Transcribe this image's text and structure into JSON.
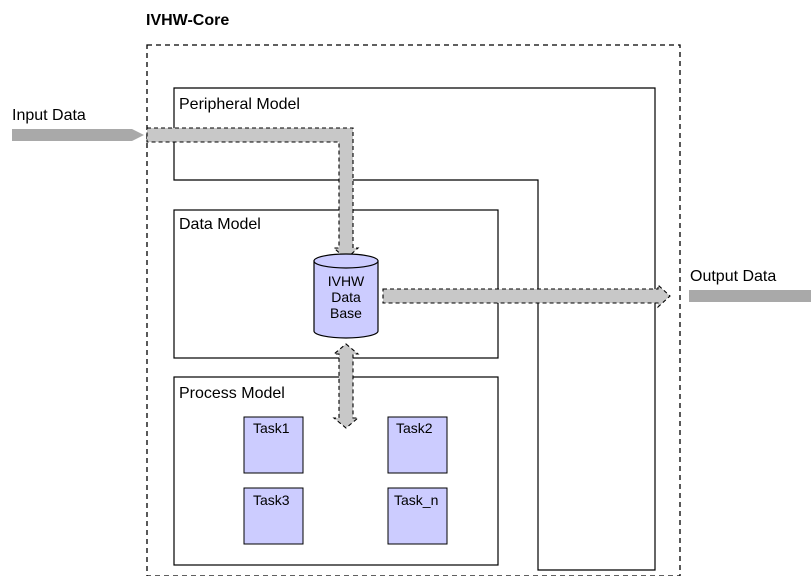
{
  "diagram": {
    "core_label": "IVHW-Core",
    "io": {
      "input_label": "Input Data",
      "output_label": "Output Data"
    },
    "models": {
      "peripheral": "Peripheral Model",
      "data": "Data Model",
      "process": "Process Model"
    },
    "database": {
      "line1": "IVHW",
      "line2": "Data",
      "line3": "Base"
    },
    "tasks": [
      "Task1",
      "Task2",
      "Task3",
      "Task_n"
    ],
    "colors": {
      "task_fill": "#ccccff",
      "database_fill": "#ccccff",
      "flow_fill": "#c8c8c8",
      "io_arrow_fill": "#a9a9a9",
      "line": "#000000"
    }
  }
}
